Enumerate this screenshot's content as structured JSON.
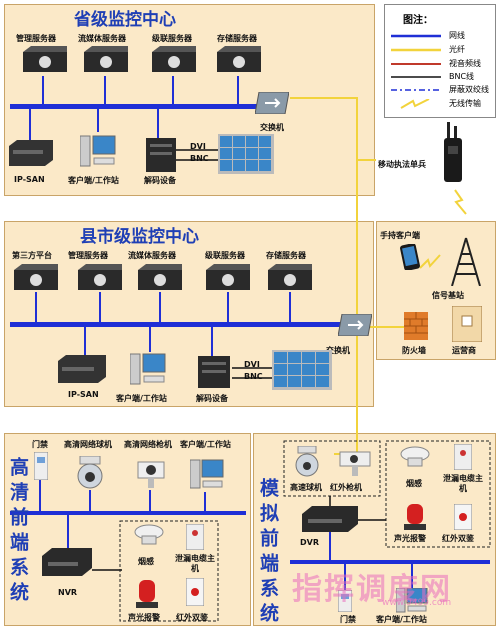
{
  "provincial": {
    "title": "省级监控中心",
    "servers": [
      "管理服务器",
      "流媒体服务器",
      "级联服务器",
      "存储服务器"
    ],
    "switch": "交换机",
    "ipsan": "IP-SAN",
    "client": "客户端/工作站",
    "decoder": "解码设备",
    "dvi": "DVI",
    "bnc": "BNC"
  },
  "legend": {
    "title": "图注：",
    "items": [
      {
        "label": "网线",
        "color": "#1f2fd6"
      },
      {
        "label": "光纤",
        "color": "#f2d33c"
      },
      {
        "label": "视音频线",
        "color": "#c0392b"
      },
      {
        "label": "BNC线",
        "color": "#111111"
      },
      {
        "label": "屏蔽双绞线",
        "color": "#1f2fd6"
      },
      {
        "label": "无线传输",
        "color": "#f2d33c"
      }
    ]
  },
  "mobile": "移动执法单兵",
  "city": {
    "title": "县市级监控中心",
    "servers": [
      "第三方平台",
      "管理服务器",
      "流媒体服务器",
      "级联服务器",
      "存储服务器"
    ],
    "switch": "交换机",
    "ipsan": "IP-SAN",
    "client": "客户端/工作站",
    "decoder": "解码设备",
    "dvi": "DVI",
    "bnc": "BNC"
  },
  "carrier": {
    "handheld": "手持客户端",
    "base_station": "信号基站",
    "firewall": "防火墙",
    "operator": "运营商"
  },
  "hd": {
    "title": "高清前端系统",
    "devices": [
      "门禁",
      "高清网络球机",
      "高清网络枪机",
      "客户端/工作站"
    ],
    "nvr": "NVR",
    "alarms": [
      "烟感",
      "泄漏电缆主机",
      "声光报警",
      "红外双鉴"
    ]
  },
  "analog": {
    "title": "模拟前端系统",
    "cameras": [
      "高速球机",
      "红外枪机"
    ],
    "alarms": [
      "烟感",
      "泄漏电缆主机",
      "声光报警",
      "红外双鉴"
    ],
    "dvr": "DVR",
    "door": "门禁",
    "client": "客户端/工作站"
  },
  "watermark": {
    "text": "指挥调度网",
    "url": "www.9499.com"
  }
}
